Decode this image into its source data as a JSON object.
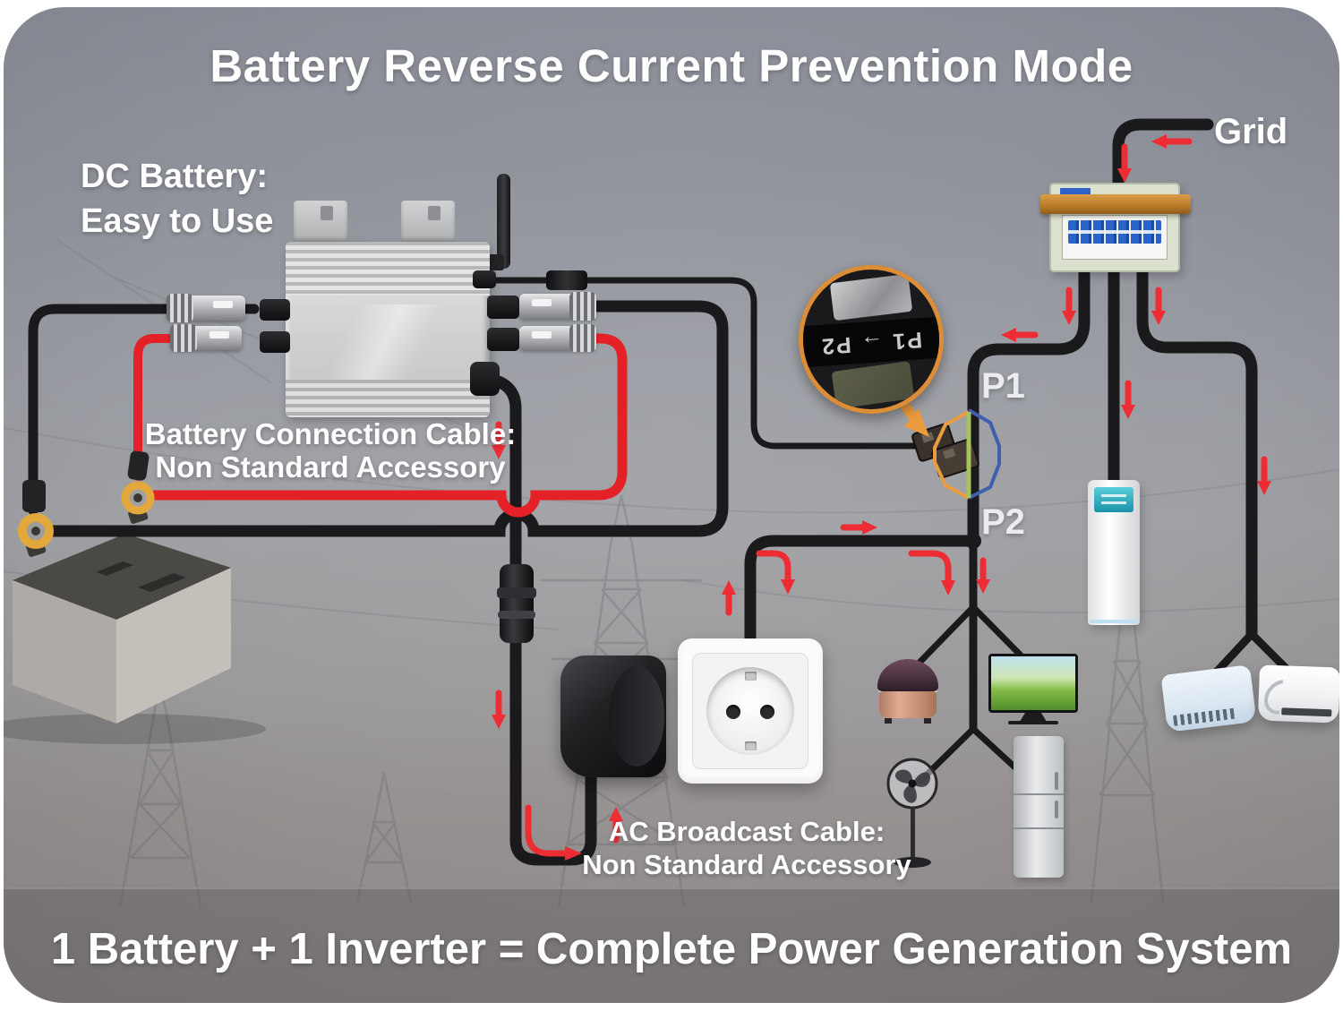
{
  "header": {
    "title": "Battery Reverse Current Prevention Mode"
  },
  "footer": {
    "text": "1 Battery + 1 Inverter = Complete Power Generation System"
  },
  "labels": {
    "dc_battery": {
      "line1": "DC Battery:",
      "line2": "Easy to Use"
    },
    "grid": "Grid",
    "battery_cable": {
      "line1": "Battery Connection Cable:",
      "line2": "Non Standard Accessory"
    },
    "ac_cable": {
      "line1": "AC Broadcast Cable:",
      "line2": "Non Standard Accessory"
    },
    "p1": "P1",
    "p2": "P2",
    "magnifier_caption": "P1 → P2"
  },
  "colors": {
    "cable_black": "#1a191c",
    "cable_red": "#e52128",
    "arrow_red": "#ee2c33",
    "ring_yellow": "#e2a83b",
    "hex_orange": "#eb9c3e",
    "hex_blue": "#3f5fae",
    "hex_green": "#a6c35c",
    "tower_line": "#50505a"
  },
  "icons": {
    "devices": [
      "dc-battery",
      "micro-inverter",
      "wifi-antenna",
      "mc4-connector",
      "breaker-box",
      "grid-cable",
      "magnifier-detail",
      "p-connector",
      "eu-plug",
      "wall-socket",
      "inline-connector",
      "rice-cooker",
      "television",
      "floor-air-conditioner",
      "stand-fan",
      "refrigerator",
      "wall-air-conditioner",
      "wall-air-conditioner"
    ]
  }
}
